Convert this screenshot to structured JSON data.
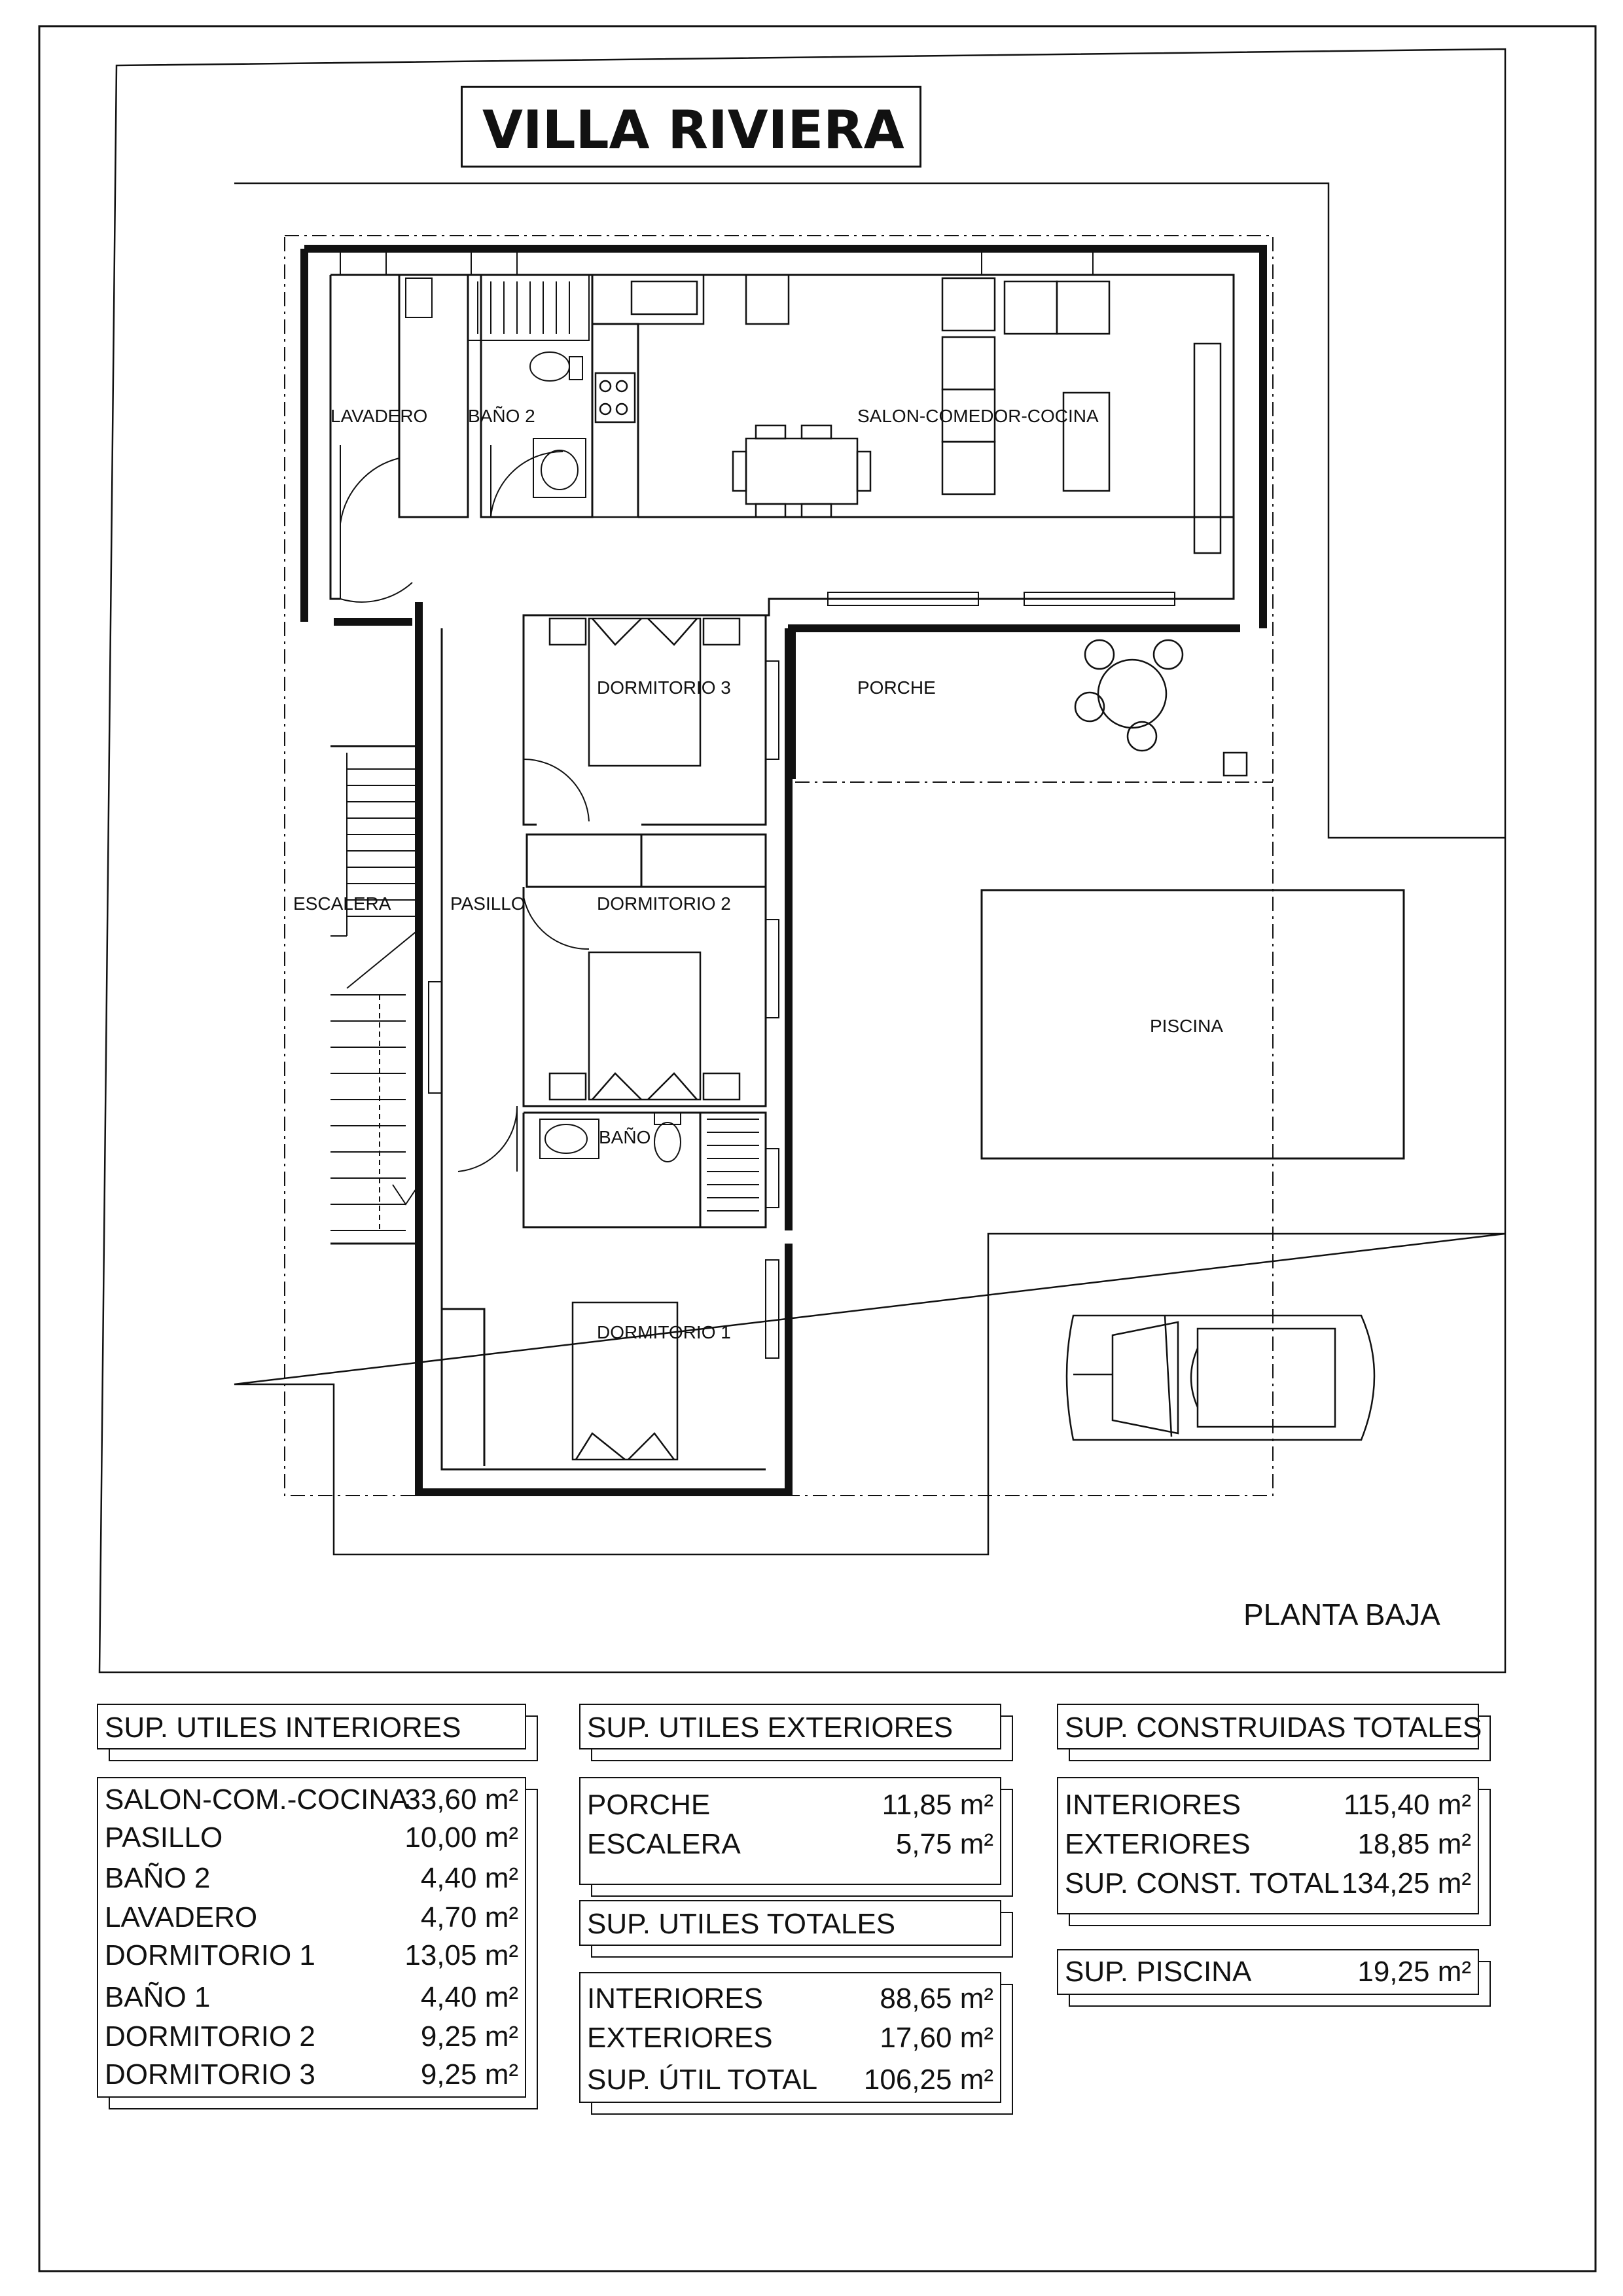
{
  "title": "VILLA RIVIERA",
  "plan_name": "PLANTA BAJA",
  "rooms": {
    "lavadero": "LAVADERO",
    "bano2": "BAÑO 2",
    "salon": "SALON-COMEDOR-COCINA",
    "dormitorio3": "DORMITORIO 3",
    "porche": "PORCHE",
    "escalera": "ESCALERA",
    "pasillo": "PASILLO",
    "dormitorio2": "DORMITORIO 2",
    "piscina": "PISCINA",
    "bano": "BAÑO",
    "dormitorio1": "DORMITORIO 1"
  },
  "tables": {
    "interiores": {
      "header": "SUP. UTILES INTERIORES",
      "rows": [
        {
          "label": "SALON-COM.-COCINA",
          "value": "33,60 m²"
        },
        {
          "label": "PASILLO",
          "value": "10,00 m²"
        },
        {
          "label": "BAÑO 2",
          "value": "4,40 m²"
        },
        {
          "label": "LAVADERO",
          "value": "4,70 m²"
        },
        {
          "label": "DORMITORIO 1",
          "value": "13,05 m²"
        },
        {
          "label": "BAÑO 1",
          "value": "4,40 m²"
        },
        {
          "label": "DORMITORIO 2",
          "value": "9,25 m²"
        },
        {
          "label": "DORMITORIO 3",
          "value": "9,25 m²"
        }
      ]
    },
    "exteriores": {
      "header": "SUP. UTILES EXTERIORES",
      "rows": [
        {
          "label": "PORCHE",
          "value": "11,85 m²"
        },
        {
          "label": "ESCALERA",
          "value": "5,75 m²"
        }
      ]
    },
    "totales": {
      "header": "SUP. UTILES TOTALES",
      "rows": [
        {
          "label": "INTERIORES",
          "value": "88,65 m²"
        },
        {
          "label": "EXTERIORES",
          "value": "17,60 m²"
        },
        {
          "label": "SUP. ÚTIL TOTAL",
          "value": "106,25 m²"
        }
      ]
    },
    "construidas": {
      "header": "SUP. CONSTRUIDAS TOTALES",
      "rows": [
        {
          "label": "INTERIORES",
          "value": "115,40 m²"
        },
        {
          "label": "EXTERIORES",
          "value": "18,85 m²"
        },
        {
          "label": "SUP. CONST. TOTAL",
          "value": "134,25 m²"
        }
      ]
    },
    "piscina": {
      "label": "SUP. PISCINA",
      "value": "19,25 m²"
    }
  }
}
